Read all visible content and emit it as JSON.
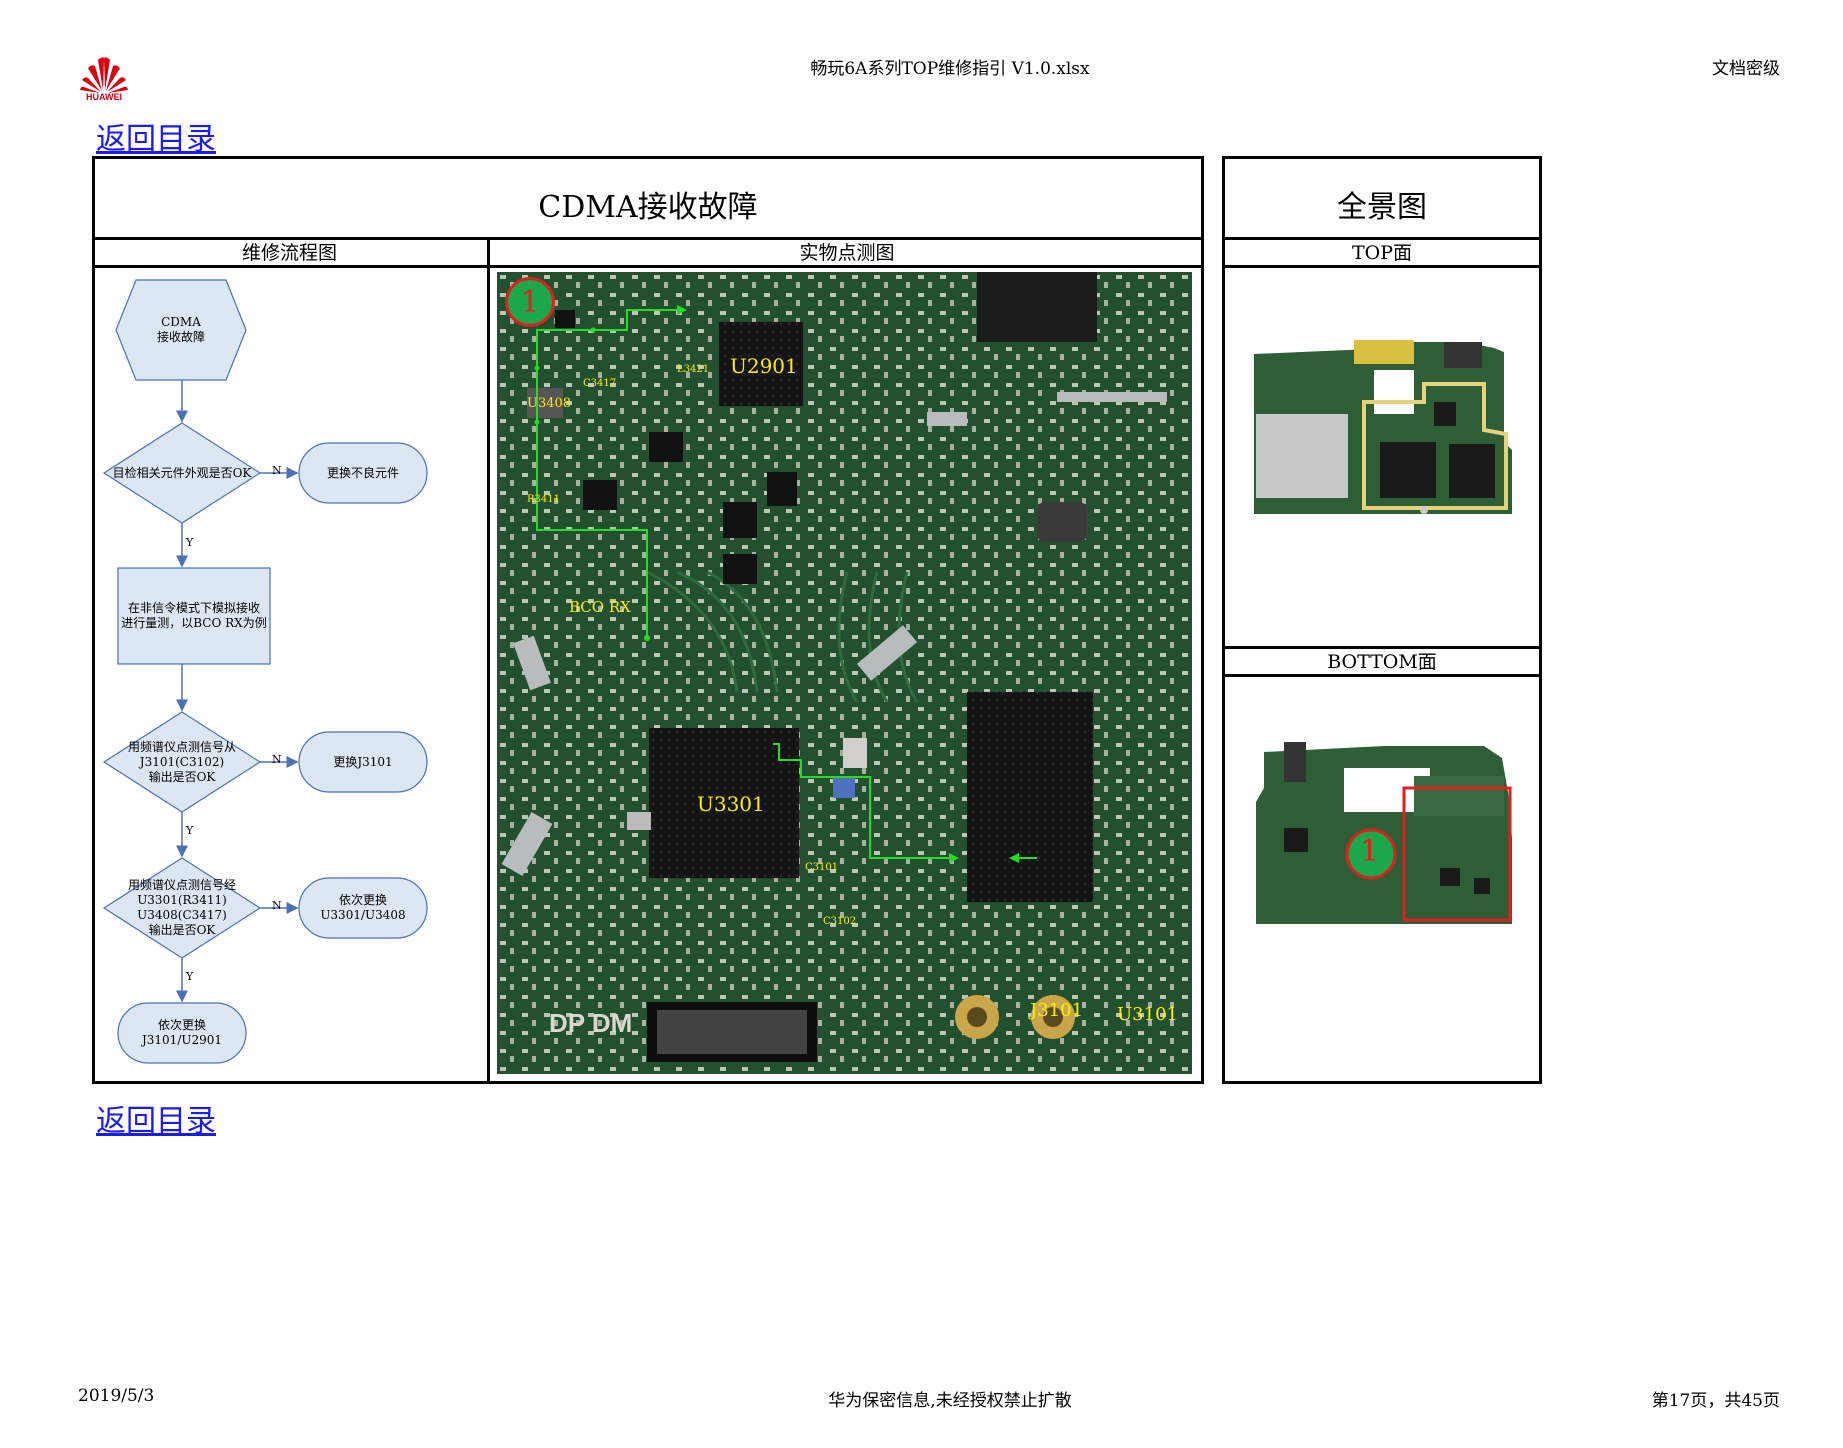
{
  "header": {
    "logo_text": "HUAWEI",
    "file_title": "畅玩6A系列TOP维修指引 V1.0.xlsx",
    "classification": "文档密级"
  },
  "links": {
    "top": "返回目录",
    "bottom": "返回目录"
  },
  "main": {
    "title": "CDMA接收故障",
    "flow_header": "维修流程图",
    "photo_header": "实物点测图"
  },
  "side": {
    "title": "全景图",
    "top_label": "TOP面",
    "bottom_label": "BOTTOM面"
  },
  "flowchart": {
    "start": "CDMA\n接收故障",
    "q1": "目检相关元件外观是否OK",
    "a1": "更换不良元件",
    "step2": "在非信令模式下模拟接收\n进行量测，以BCO RX为例",
    "q3": "用频谱仪点测信号从\nJ3101(C3102)\n输出是否OK",
    "a3": "更换J3101",
    "q4": "用频谱仪点测信号经\nU3301(R3411)\nU3408(C3417)\n输出是否OK",
    "a4": "依次更换\nU3301/U3408",
    "end": "依次更换\nJ3101/U2901",
    "label_n": "N",
    "label_y": "Y"
  },
  "pcb": {
    "marker": "1",
    "labels": {
      "u2901": "U2901",
      "u3408": "U3408",
      "c3417": "C3417",
      "l3421": "L3421",
      "r3411": "R3411",
      "bco_rx": "BCO RX",
      "u3301": "U3301",
      "c3101": "C3101",
      "c3102": "C3102",
      "j3101": "J3101",
      "u3101": "U3101",
      "dp_dm": "DP DM"
    }
  },
  "overview": {
    "marker": "1"
  },
  "footer": {
    "date": "2019/5/3",
    "confidential": "华为保密信息,未经授权禁止扩散",
    "page": "第17页，共45页"
  },
  "colors": {
    "trace": "#22dd22",
    "label": "#ffee00",
    "marker_fill": "#1aa84a",
    "marker_ring": "#e02020",
    "highlight": "#e02020",
    "link": "#1a1aff",
    "flow_fill": "#dde6f3",
    "flow_stroke": "#4a72b8"
  }
}
